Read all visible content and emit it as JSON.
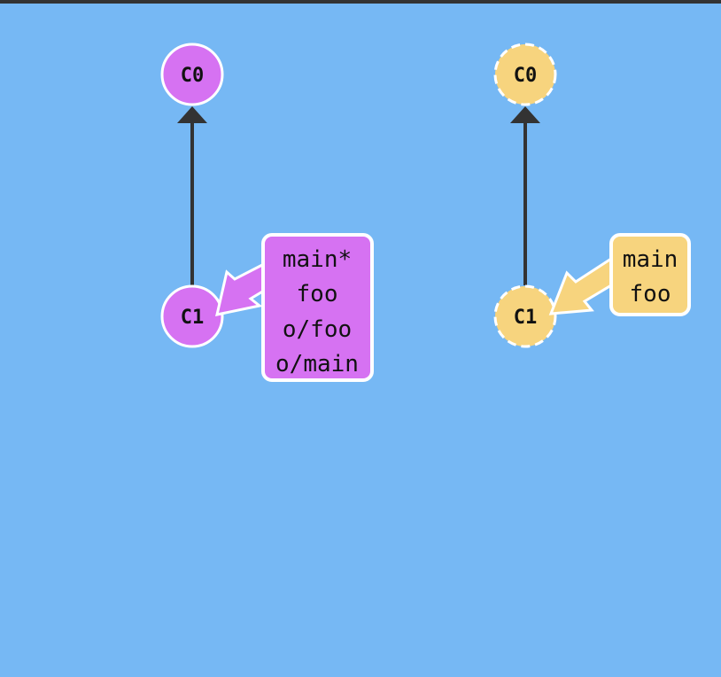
{
  "colors": {
    "background": "#76b8f4",
    "top_bar": "#333333",
    "local_fill": "#d672f2",
    "remote_fill": "#f7d47e",
    "edge": "#333333",
    "outline": "#ffffff"
  },
  "local_repo": {
    "commits": [
      {
        "id": "C0"
      },
      {
        "id": "C1"
      }
    ],
    "branch_tag": {
      "lines": [
        "main*",
        "foo",
        "o/foo",
        "o/main"
      ]
    }
  },
  "remote_repo": {
    "commits": [
      {
        "id": "C0"
      },
      {
        "id": "C1"
      }
    ],
    "branch_tag": {
      "lines": [
        "main",
        "foo"
      ]
    }
  }
}
